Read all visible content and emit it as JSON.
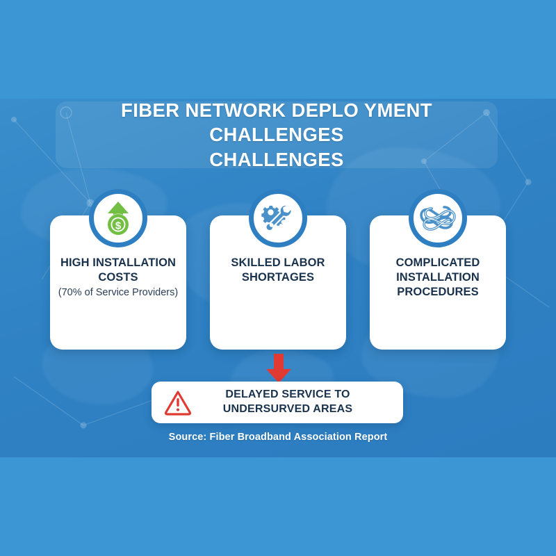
{
  "theme": {
    "band_color": "#3d96d4",
    "panel_color": "#2f82c4",
    "card_bg": "#ffffff",
    "ring_color": "#2e7ec2",
    "title_text_color": "#ffffff",
    "card_title_color": "#19324d",
    "accent_green": "#72bf44",
    "accent_blue": "#4a90c9",
    "alert_red": "#e03a33"
  },
  "header": {
    "title_line1": "FIBER NETWORK DEPLO YMENT CHALLENGES",
    "title_line2": "CHALLENGES"
  },
  "cards": [
    {
      "icon": "money-growth-icon",
      "title": "HIGH INSTALLATION COSTS",
      "subtitle": "(70% of Service Providers)"
    },
    {
      "icon": "gears-wrench-icon",
      "title": "SKILLED LABOR SHORTAGES",
      "subtitle": ""
    },
    {
      "icon": "tangled-knot-icon",
      "title": "COMPLICATED INSTALLATION PROCEDURES",
      "subtitle": ""
    }
  ],
  "flow": {
    "arrow_icon": "down-arrow-icon"
  },
  "outcome": {
    "icon": "warning-triangle-icon",
    "text": "DELAYED SERVICE TO UNDERSURVED AREAS"
  },
  "footer": {
    "source": "Source: Fiber Broadband Association Report"
  }
}
